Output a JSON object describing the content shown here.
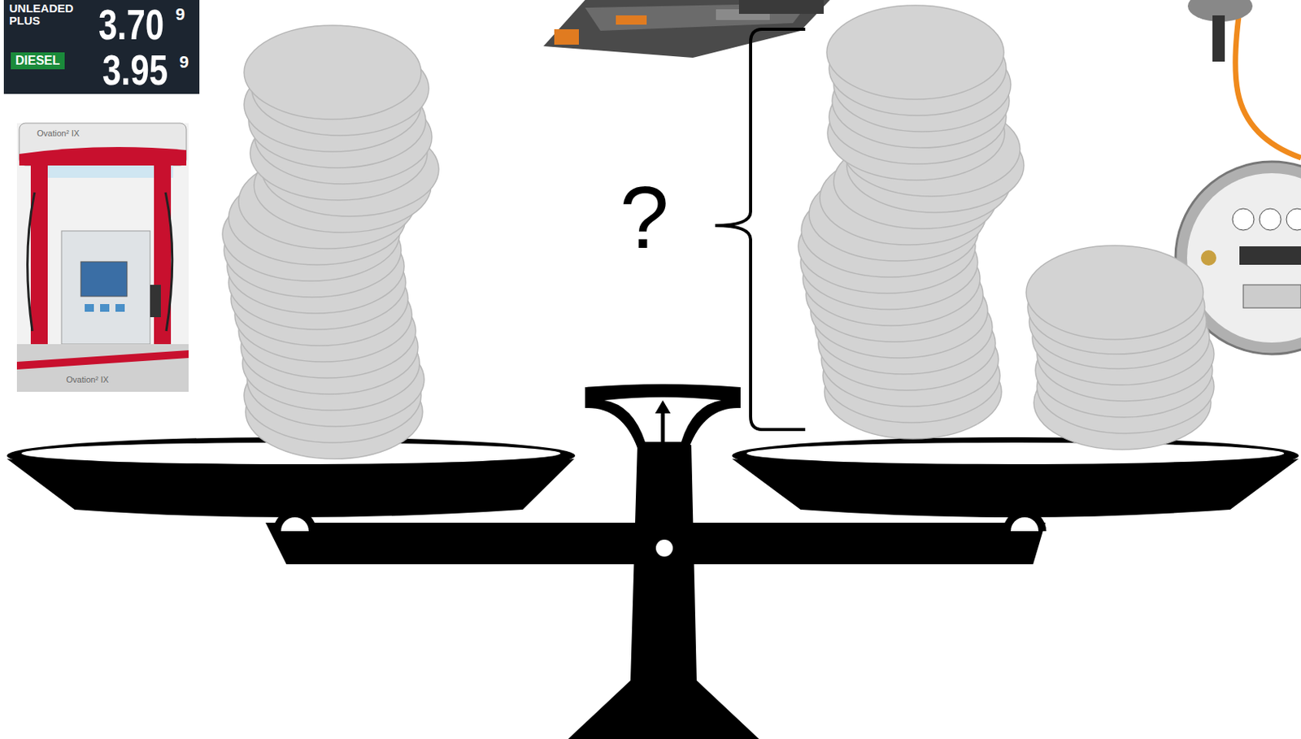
{
  "diagram": {
    "labels": [
      "UNLEADED PLUS",
      "3.70",
      "9",
      "DIESEL",
      "3.95",
      "9",
      "Ovation² IX",
      "Ovation² IX",
      "?"
    ]
  }
}
